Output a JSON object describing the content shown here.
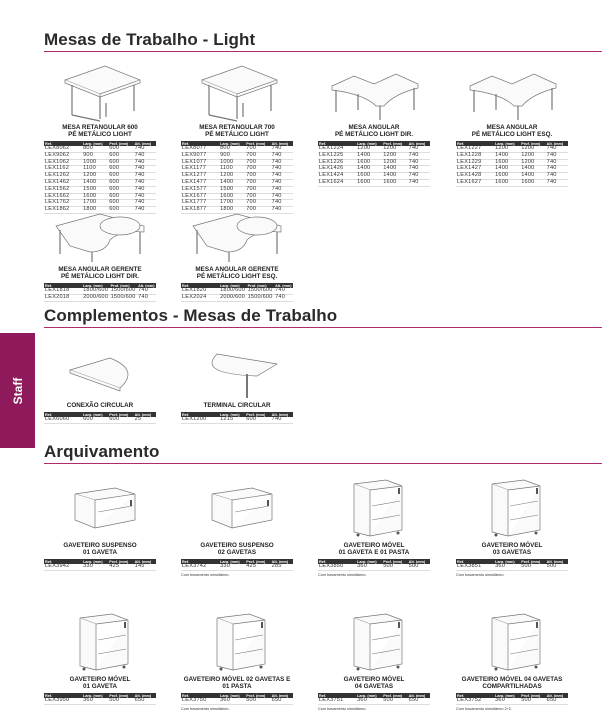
{
  "sections": [
    {
      "title": "Mesas de Trabalho - Light"
    },
    {
      "title": "Complementos - Mesas de Trabalho"
    },
    {
      "title": "Arquivamento"
    }
  ],
  "side_tab": "Staff",
  "table_headers": [
    "Ref.",
    "Larg. (mm)",
    "Prof. (mm)",
    "Alt. (mm)"
  ],
  "products": [
    {
      "icon": "desk-icon",
      "name": [
        "MESA RETANGULAR 600",
        "PÉ METÁLICO LIGHT"
      ],
      "rows": [
        [
          "LEX8062",
          "800",
          "600",
          "740"
        ],
        [
          "LEX9062",
          "900",
          "600",
          "740"
        ],
        [
          "LEX1062",
          "1000",
          "600",
          "740"
        ],
        [
          "LEX1162",
          "1100",
          "600",
          "740"
        ],
        [
          "LEX1262",
          "1200",
          "600",
          "740"
        ],
        [
          "LEX1462",
          "1400",
          "600",
          "740"
        ],
        [
          "LEX1562",
          "1500",
          "600",
          "740"
        ],
        [
          "LEX1662",
          "1600",
          "600",
          "740"
        ],
        [
          "LEX1762",
          "1700",
          "600",
          "740"
        ],
        [
          "LEX1862",
          "1800",
          "600",
          "740"
        ]
      ]
    },
    {
      "icon": "desk-icon",
      "name": [
        "MESA RETANGULAR 700",
        "PÉ METÁLICO LIGHT"
      ],
      "rows": [
        [
          "LEX8077",
          "800",
          "700",
          "740"
        ],
        [
          "LEX9077",
          "900",
          "700",
          "740"
        ],
        [
          "LEX1077",
          "1000",
          "700",
          "740"
        ],
        [
          "LEX1177",
          "1100",
          "700",
          "740"
        ],
        [
          "LEX1277",
          "1200",
          "700",
          "740"
        ],
        [
          "LEX1477",
          "1400",
          "700",
          "740"
        ],
        [
          "LEX1577",
          "1500",
          "700",
          "740"
        ],
        [
          "LEX1677",
          "1600",
          "700",
          "740"
        ],
        [
          "LEX1777",
          "1700",
          "700",
          "740"
        ],
        [
          "LEX1877",
          "1800",
          "700",
          "740"
        ]
      ]
    },
    {
      "icon": "corner-desk-icon",
      "name": [
        "MESA ANGULAR",
        "PÉ METÁLICO LIGHT DIR."
      ],
      "rows": [
        [
          "LEX1224",
          "1200",
          "1200",
          "740"
        ],
        [
          "LEX1225",
          "1400",
          "1200",
          "740"
        ],
        [
          "LEX1226",
          "1600",
          "1200",
          "740"
        ],
        [
          "LEX1426",
          "1400",
          "1400",
          "740"
        ],
        [
          "LEX1424",
          "1600",
          "1400",
          "740"
        ],
        [
          "LEX1624",
          "1600",
          "1600",
          "740"
        ]
      ]
    },
    {
      "icon": "corner-desk-icon",
      "name": [
        "MESA ANGULAR",
        "PÉ METÁLICO LIGHT ESQ."
      ],
      "rows": [
        [
          "LEX1227",
          "1200",
          "1200",
          "740"
        ],
        [
          "LEX1228",
          "1400",
          "1200",
          "740"
        ],
        [
          "LEX1229",
          "1600",
          "1200",
          "740"
        ],
        [
          "LEX1427",
          "1400",
          "1400",
          "740"
        ],
        [
          "LEX1428",
          "1600",
          "1400",
          "740"
        ],
        [
          "LEX1627",
          "1600",
          "1600",
          "740"
        ]
      ]
    },
    {
      "icon": "manager-desk-icon",
      "name": [
        "MESA ANGULAR GERENTE",
        "PÉ METÁLICO LIGHT DIR."
      ],
      "rows": [
        [
          "LEX1818",
          "1800/600",
          "1500/600",
          "740"
        ],
        [
          "LEX2018",
          "2000/600",
          "1500/600",
          "740"
        ]
      ]
    },
    {
      "icon": "manager-desk-icon",
      "name": [
        "MESA ANGULAR GERENTE",
        "PÉ METÁLICO LIGHT ESQ."
      ],
      "rows": [
        [
          "LEX1820",
          "1800/600",
          "1500/600",
          "740"
        ],
        [
          "LEX2024",
          "2000/600",
          "1500/600",
          "740"
        ]
      ]
    },
    {
      "icon": "circular-connection-icon",
      "name": [
        "CONEXÃO CIRCULAR"
      ],
      "rows": [
        [
          "LEX6060",
          "600",
          "600",
          "25"
        ]
      ]
    },
    {
      "icon": "circular-terminal-icon",
      "name": [
        "TERMINAL CIRCULAR"
      ],
      "rows": [
        [
          "LEX1200",
          "1215",
          "600",
          "740"
        ]
      ]
    },
    {
      "icon": "suspended-drawer-icon",
      "name": [
        "GAVETEIRO SUSPENSO",
        "01 GAVETA"
      ],
      "rows": [
        [
          "LEX3942",
          "330",
          "425",
          "145"
        ]
      ]
    },
    {
      "icon": "suspended-drawer-icon",
      "name": [
        "GAVETEIRO SUSPENSO",
        "02 GAVETAS"
      ],
      "rows": [
        [
          "LEX3742",
          "330",
          "425",
          "285"
        ]
      ],
      "note": "Com travamento simultâneo."
    },
    {
      "icon": "mobile-drawer-icon",
      "name": [
        "GAVETEIRO MÓVEL",
        "01 GAVETA E 01 PASTA"
      ],
      "rows": [
        [
          "LEX3850",
          "360",
          "500",
          "500"
        ]
      ],
      "note": "Com travamento simultâneo."
    },
    {
      "icon": "mobile-drawer-icon",
      "name": [
        "GAVETEIRO MÓVEL",
        "03 GAVETAS"
      ],
      "rows": [
        [
          "LEX3851",
          "360",
          "500",
          "500"
        ]
      ],
      "note": "Com travamento simultâneo."
    },
    {
      "icon": "mobile-drawer-icon",
      "name": [
        "GAVETEIRO MÓVEL",
        "01 GAVETA"
      ],
      "rows": [
        [
          "LEX3950",
          "360",
          "500",
          "650"
        ]
      ]
    },
    {
      "icon": "mobile-drawer-icon",
      "name": [
        "GAVETEIRO MÓVEL 02 GAVETAS E",
        "01 PASTA"
      ],
      "rows": [
        [
          "LEX3750",
          "360",
          "500",
          "650"
        ]
      ],
      "note": "Com travamento simultâneo."
    },
    {
      "icon": "mobile-drawer-icon",
      "name": [
        "GAVETEIRO MÓVEL",
        "04 GAVETAS"
      ],
      "rows": [
        [
          "LEX3751",
          "360",
          "500",
          "650"
        ]
      ],
      "note": "Com travamento simultâneo."
    },
    {
      "icon": "mobile-drawer-icon",
      "name": [
        "GAVETEIRO MÓVEL 04 GAVETAS",
        "COMPARTILHADAS"
      ],
      "rows": [
        [
          "LEX3752",
          "360",
          "500",
          "650"
        ]
      ],
      "note": "Com travamento simultâneo 2+2."
    }
  ]
}
